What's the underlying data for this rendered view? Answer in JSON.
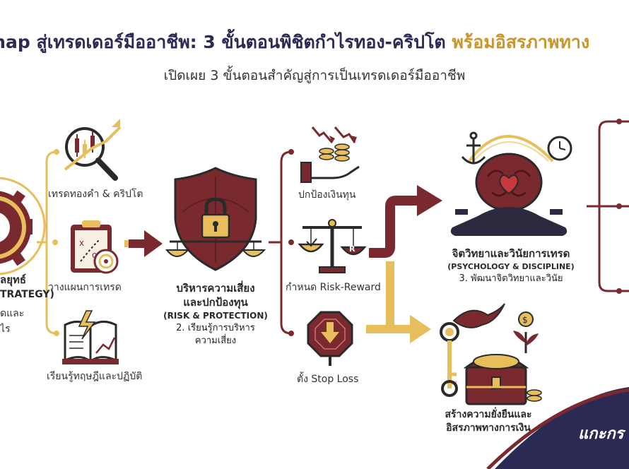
{
  "header": {
    "title_part1": "map สู่เทรดเดอร์มืออาชีพ: 3 ขั้นตอนพิชิตกำไรทอง-คริปโต",
    "title_part2": " พร้อมอิสรภาพทาง",
    "subtitle": "เปิดเผย 3 ขั้นตอนสำคัญสู่การเป็นเทรดเดอร์มืออาชีพ"
  },
  "step1": {
    "title": "ลยุทธ์",
    "title_en": "TRATEGY)",
    "desc_line1": "ดและ",
    "desc_line2": "ไร",
    "items": [
      "เทรดทองคำ & คริปโต",
      "วางแผนการเทรด",
      "เรียนรู้ทฤษฎีและปฏิบัติ"
    ]
  },
  "step2": {
    "title_line1": "บริหารความเสี่ยง",
    "title_line2": "และปกป้องทุน",
    "title_en": "(RISK & PROTECTION)",
    "desc_line1": "2. เรียนรู้การบริหาร",
    "desc_line2": "ความเสี่ยง",
    "items": [
      "ปกป้องเงินทุน",
      "กำหนด Risk-Reward",
      "ตั้ง Stop Loss"
    ]
  },
  "step3": {
    "title": "จิตวิทยาและวินัยการเทรด",
    "title_en": "(PSYCHOLOGY & DISCIPLINE)",
    "desc": "3. พัฒนาจิตวิทยาและวินัย"
  },
  "goal": {
    "title_line1": "สร้างความยั่งยืนและ",
    "title_line2": "อิสรภาพทางการเงิน"
  },
  "brand": {
    "text": "แกะกร"
  },
  "colors": {
    "maroon": "#7a2a2e",
    "gold": "#e8be5c",
    "navy": "#2b2a55",
    "dark": "#333333"
  }
}
